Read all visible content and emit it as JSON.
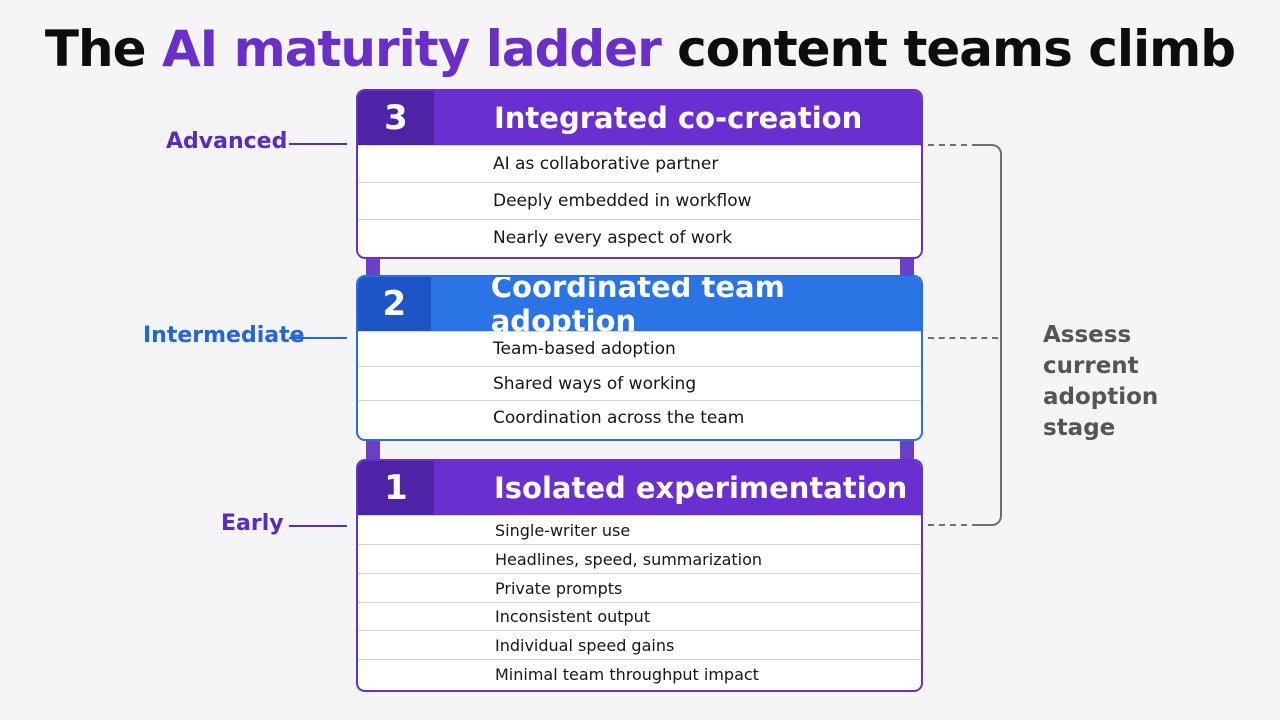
{
  "title": {
    "prefix": "The ",
    "highlight": "AI maturity ladder",
    "suffix": " content teams climb"
  },
  "colors": {
    "purple": "#6a2fd0",
    "purple_dark": "#4f23a6",
    "blue": "#2b74e6",
    "blue_dark": "#1d55c4",
    "connector_gray": "#6f6f6f"
  },
  "levels": [
    {
      "label": "Advanced",
      "color": "#5b2bbd",
      "number": "3",
      "title": "Integrated co-creation",
      "items": [
        "AI as collaborative partner",
        "Deeply embedded in workflow",
        "Nearly every aspect of work"
      ]
    },
    {
      "label": "Intermediate",
      "color": "#2366d6",
      "number": "2",
      "title": "Coordinated team adoption",
      "items": [
        "Team-based adoption",
        "Shared ways of working",
        "Coordination across the team"
      ]
    },
    {
      "label": "Early",
      "color": "#5b2bbd",
      "number": "1",
      "title": "Isolated experimentation",
      "items": [
        "Single-writer use",
        "Headlines, speed, summarization",
        "Private prompts",
        "Inconsistent output",
        "Individual speed gains",
        "Minimal team throughput impact"
      ]
    }
  ],
  "assess": {
    "line1": "Assess",
    "line2": "current",
    "line3": "adoption",
    "line4": "stage"
  }
}
